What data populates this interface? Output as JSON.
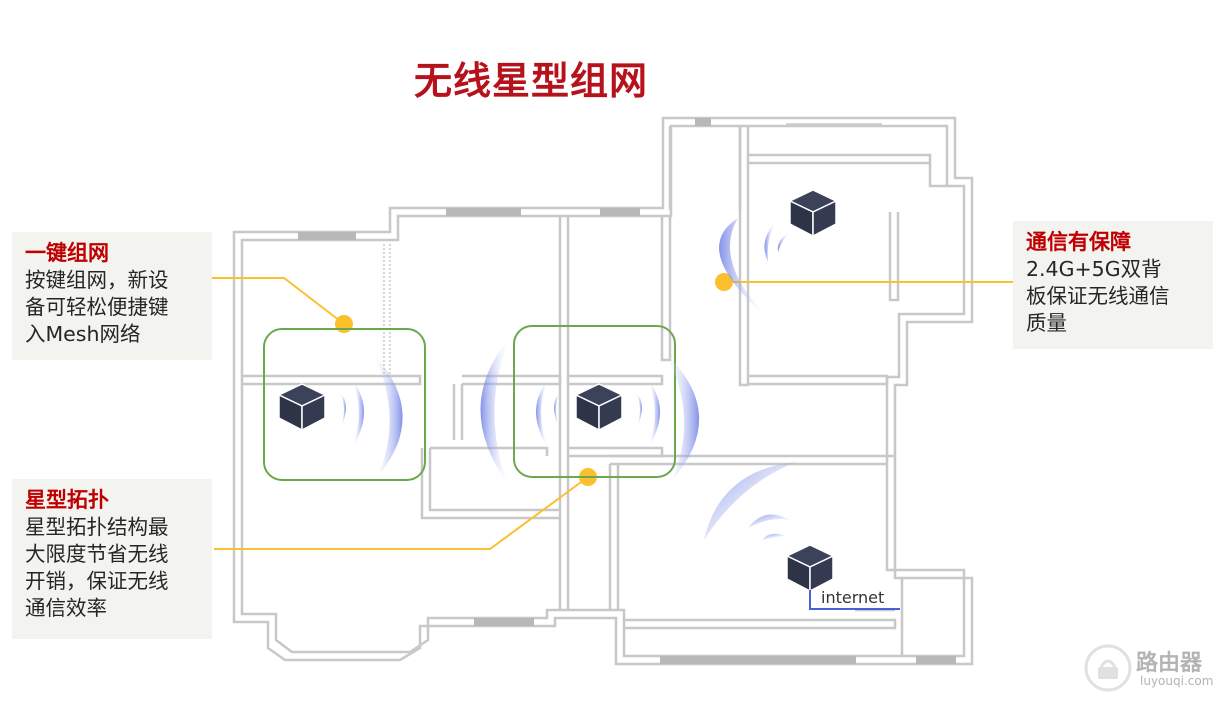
{
  "title": "无线星型组网",
  "panels": {
    "one_key": {
      "title": "一键组网",
      "lines": [
        "按键组网，新设",
        "备可轻松便捷键",
        "入Mesh网络"
      ]
    },
    "star": {
      "title": "星型拓扑",
      "lines": [
        "星型拓扑结构最",
        "大限度节省无线",
        "开销，保证无线",
        "通信效率"
      ]
    },
    "guarantee": {
      "title": "通信有保障",
      "lines": [
        "2.4G+5G双背",
        "板保证无线通信",
        "质量"
      ]
    }
  },
  "diagram": {
    "internet_label": "internet",
    "router_icon": "router-cube-icon",
    "signal_icon": "wifi-wave-icon"
  },
  "watermark": {
    "text": "路由器",
    "sub": "luyouqi.com"
  },
  "colors": {
    "title": "#b5121b",
    "panel_title": "#c00000",
    "panel_bg": "#f3f3f0",
    "callout": "#fbc02d",
    "group_box": "#6aa84f",
    "wall": "#c8c8c8",
    "router": "#343a4f",
    "signal": "#5a6ee0",
    "internet_line": "#4a5fd8"
  }
}
